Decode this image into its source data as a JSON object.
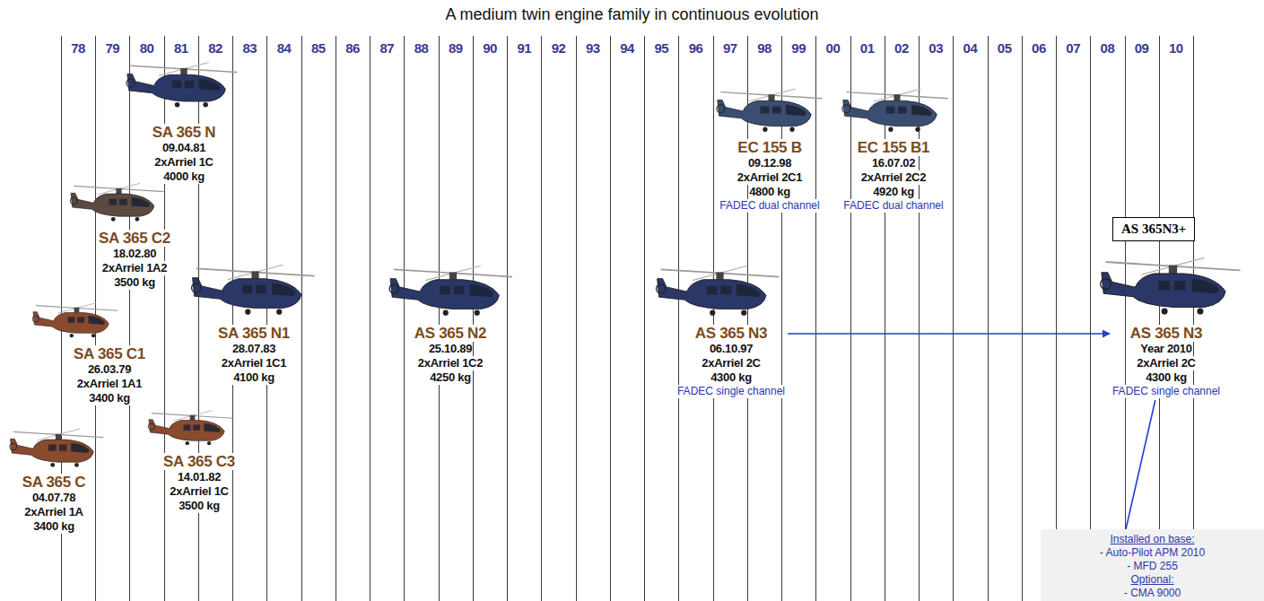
{
  "diagram": {
    "title": "A medium twin engine family in continuous evolution",
    "nodes": [
      {
        "text": [
          "SA 365 N",
          "09.04.81",
          "2xArriel 1C",
          "4000 kg"
        ]
      },
      {
        "text": [
          "EC 155 B",
          "09.12.98",
          "2xArriel 2C1",
          "4800 kg",
          "FADEC dual channel"
        ]
      },
      {
        "text": [
          "EC 155 B1",
          "16.07.02",
          "2xArriel 2C2",
          "4920 kg",
          "FADEC dual channel"
        ]
      },
      {
        "text": [
          "AS 365N3+"
        ]
      },
      {
        "text": [
          "SA 365 C2",
          "18.02.80",
          "2xArriel 1A2",
          "3500 kg"
        ]
      },
      {
        "text": [
          "SA 365 N1",
          "28.07.83",
          "2xArriel 1C1",
          "4100 kg"
        ]
      },
      {
        "text": [
          "AS 365 N2",
          "25.10.89",
          "2xArriel 1C2",
          "4250 kg"
        ]
      },
      {
        "text": [
          "AS 365 N3",
          "06.10.97",
          "2xArriel 2C",
          "4300 kg",
          "FADEC single channel"
        ]
      },
      {
        "text": [
          "AS 365 N3",
          "Year 2010",
          "2xArriel 2C",
          "4300 kg",
          "FADEC single channel"
        ]
      },
      {
        "text": [
          "SA 365 C1",
          "26.03.79",
          "2xArriel 1A1",
          "3400 kg"
        ]
      },
      {
        "text": [
          "SA 365 C3",
          "14.01.82",
          "2xArriel 1C",
          "3500 kg"
        ]
      },
      {
        "text": [
          "SA 365 C",
          "04.07.78",
          "2xArriel 1A",
          "3400 kg"
        ]
      },
      {
        "text": [
          "Installed on base:",
          "- Auto-Pilot APM 2010",
          "- MFD 255",
          "Optional:",
          "- CMA 9000"
        ]
      }
    ],
    "edges": [
      {
        "from": 7,
        "to": 8,
        "arrow": "to"
      },
      {
        "from": 12,
        "to": 8,
        "arrow": "none"
      }
    ],
    "labels": [
      "78",
      "79",
      "80",
      "81",
      "82",
      "83",
      "84",
      "85",
      "86",
      "87",
      "88",
      "89",
      "90",
      "91",
      "92",
      "93",
      "94",
      "95",
      "96",
      "97",
      "98",
      "99",
      "00",
      "01",
      "02",
      "03",
      "04",
      "05",
      "06",
      "07",
      "08",
      "09",
      "10"
    ]
  }
}
